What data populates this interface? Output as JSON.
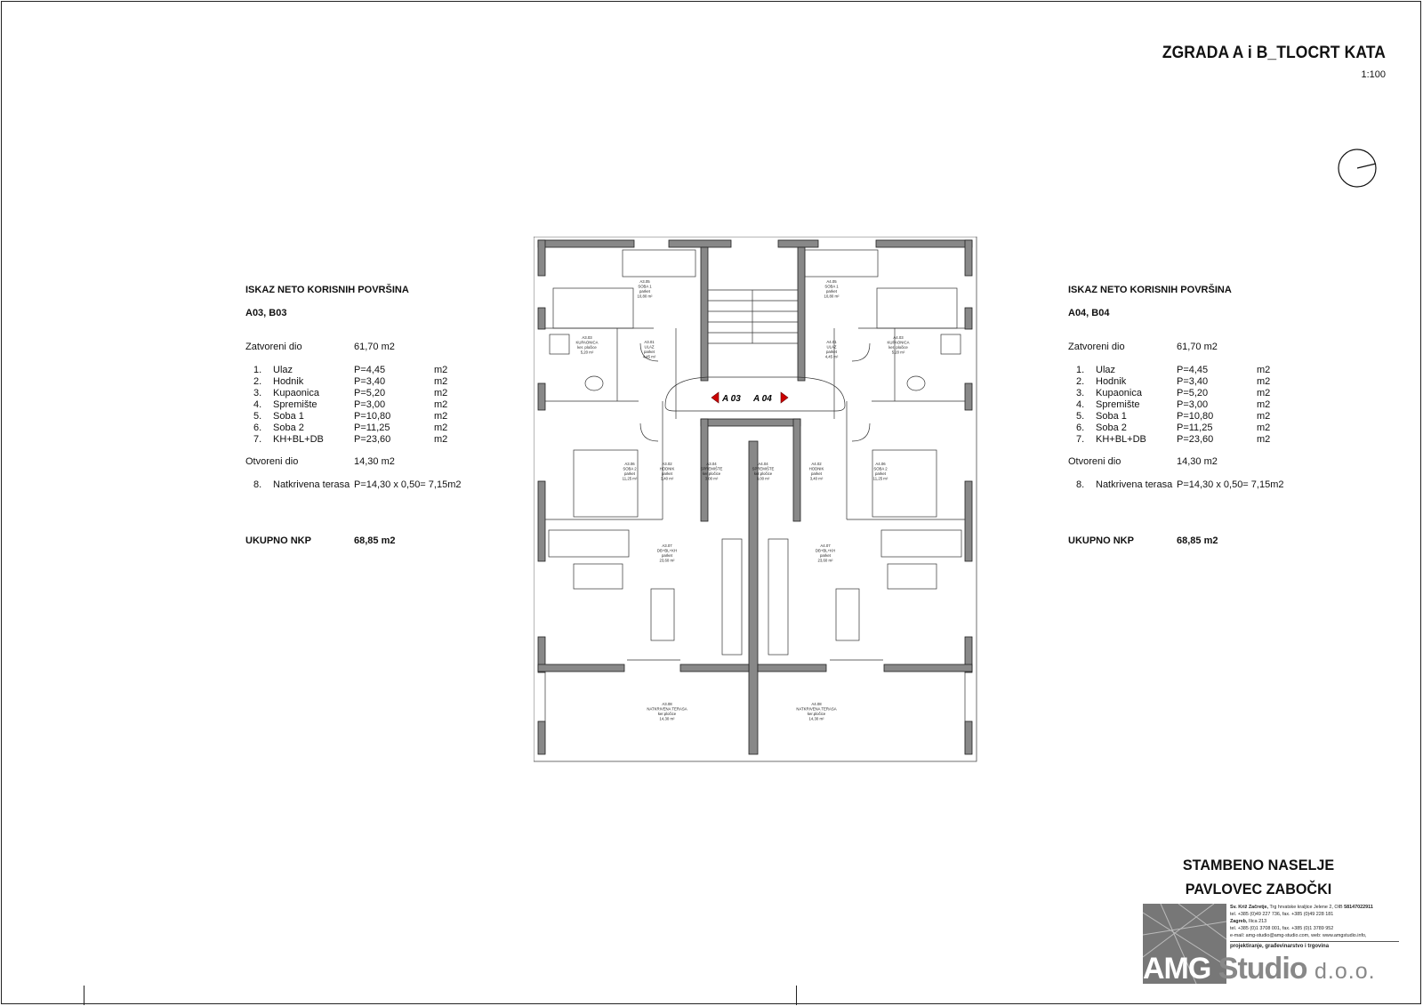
{
  "title": "ZGRADA A i B_TLOCRT KATA",
  "scale": "1:100",
  "left_table": {
    "heading": "ISKAZ NETO KORISNIH POVRŠINA",
    "units": "A03, B03",
    "closed_label": "Zatvoreni dio",
    "closed_value": "61,70 m2",
    "rows": [
      {
        "no": "1.",
        "name": "Ulaz",
        "area": "P=4,45",
        "unit": "m2"
      },
      {
        "no": "2.",
        "name": "Hodnik",
        "area": "P=3,40",
        "unit": "m2"
      },
      {
        "no": "3.",
        "name": "Kupaonica",
        "area": "P=5,20",
        "unit": "m2"
      },
      {
        "no": "4.",
        "name": "Spremište",
        "area": "P=3,00",
        "unit": "m2"
      },
      {
        "no": "5.",
        "name": "Soba 1",
        "area": "P=10,80",
        "unit": "m2"
      },
      {
        "no": "6.",
        "name": "Soba 2",
        "area": "P=11,25",
        "unit": "m2"
      },
      {
        "no": "7.",
        "name": "KH+BL+DB",
        "area": "P=23,60",
        "unit": "m2"
      }
    ],
    "open_label": "Otvoreni dio",
    "open_value": "14,30 m2",
    "terrace_no": "8.",
    "terrace_name": "Natkrivena terasa",
    "terrace_area": "P=14,30 x 0,50= 7,15m2",
    "total_label": "UKUPNO NKP",
    "total_value": "68,85 m2"
  },
  "right_table": {
    "heading": "ISKAZ NETO KORISNIH POVRŠINA",
    "units": "A04, B04",
    "closed_label": "Zatvoreni dio",
    "closed_value": "61,70 m2",
    "rows": [
      {
        "no": "1.",
        "name": "Ulaz",
        "area": "P=4,45",
        "unit": "m2"
      },
      {
        "no": "2.",
        "name": "Hodnik",
        "area": "P=3,40",
        "unit": "m2"
      },
      {
        "no": "3.",
        "name": "Kupaonica",
        "area": "P=5,20",
        "unit": "m2"
      },
      {
        "no": "4.",
        "name": "Spremište",
        "area": "P=3,00",
        "unit": "m2"
      },
      {
        "no": "5.",
        "name": "Soba 1",
        "area": "P=10,80",
        "unit": "m2"
      },
      {
        "no": "6.",
        "name": "Soba 2",
        "area": "P=11,25",
        "unit": "m2"
      },
      {
        "no": "7.",
        "name": "KH+BL+DB",
        "area": "P=23,60",
        "unit": "m2"
      }
    ],
    "open_label": "Otvoreni dio",
    "open_value": "14,30 m2",
    "terrace_no": "8.",
    "terrace_name": "Natkrivena terasa",
    "terrace_area": "P=14,30 x 0,50= 7,15m2",
    "total_label": "UKUPNO NKP",
    "total_value": "68,85 m2"
  },
  "plan": {
    "entry_left": "A 03",
    "entry_right": "A 04",
    "rooms": [
      {
        "id": "a305",
        "lines": [
          "A3.05",
          "SOBA 1",
          "parket",
          "10,80 m²"
        ]
      },
      {
        "id": "a303",
        "lines": [
          "A3.03",
          "KUPAONICA",
          "ker. pločice",
          "5,20 m²"
        ]
      },
      {
        "id": "a301",
        "lines": [
          "A3.01",
          "ULAZ",
          "parket",
          "4,45 m²"
        ]
      },
      {
        "id": "a306",
        "lines": [
          "A3.06",
          "SOBA 2",
          "parket",
          "11,25 m²"
        ]
      },
      {
        "id": "a302",
        "lines": [
          "A3.02",
          "HODNIK",
          "parket",
          "3,40 m²"
        ]
      },
      {
        "id": "a304",
        "lines": [
          "A3.04",
          "SPREMIŠTE",
          "ker.pločice",
          "3,00 m²"
        ]
      },
      {
        "id": "a307",
        "lines": [
          "A3.07",
          "DB+BL+KH",
          "parket",
          "23,60 m²"
        ]
      },
      {
        "id": "a308",
        "lines": [
          "A3.08",
          "NATKRIVENA TERASA",
          "ker.pločice",
          "14,30 m²"
        ]
      },
      {
        "id": "a405",
        "lines": [
          "A4.05",
          "SOBA 1",
          "parket",
          "10,80 m²"
        ]
      },
      {
        "id": "a403",
        "lines": [
          "A4.03",
          "KUPAONICA",
          "ker. pločice",
          "5,20 m²"
        ]
      },
      {
        "id": "a401",
        "lines": [
          "A4.01",
          "ULAZ",
          "parket",
          "4,45 m²"
        ]
      },
      {
        "id": "a406",
        "lines": [
          "A4.06",
          "SOBA 2",
          "parket",
          "11,25 m²"
        ]
      },
      {
        "id": "a402",
        "lines": [
          "A4.02",
          "HODNIK",
          "parket",
          "3,40 m²"
        ]
      },
      {
        "id": "a404",
        "lines": [
          "A4.04",
          "SPREMIŠTE",
          "ker.pločice",
          "3,00 m²"
        ]
      },
      {
        "id": "a407",
        "lines": [
          "A4.07",
          "DB+BL+KH",
          "parket",
          "23,60 m²"
        ]
      },
      {
        "id": "a408",
        "lines": [
          "A4.08",
          "NATKRIVENA TERASA",
          "ker.pločice",
          "14,30 m²"
        ]
      }
    ]
  },
  "project": {
    "line1": "STAMBENO NASELJE",
    "line2": "PAVLOVEC ZABOČKI"
  },
  "company": {
    "addr1_bold": "Sv. Križ Začretje,",
    "addr1": "Trg hrvatske kraljice Jelene 2, OIB",
    "oib": "58147022911",
    "tel1": "tel. +385 (0)49 227 736, fax. +385 (0)49 228 181",
    "addr2_bold": "Zagreb,",
    "addr2": "Ilica 213",
    "tel2": "tel. +385 (0)1 3708 001, fax. +385 (0)1 3789 952",
    "email": "e-mail: amg-studio@amg-studio.com, web: www.amgstudio.info,",
    "activity": "projektiranje, građevinarstvo i trgovina",
    "name_amg": "AMG",
    "name_studio": "Studio",
    "name_doo": "d.o.o."
  }
}
